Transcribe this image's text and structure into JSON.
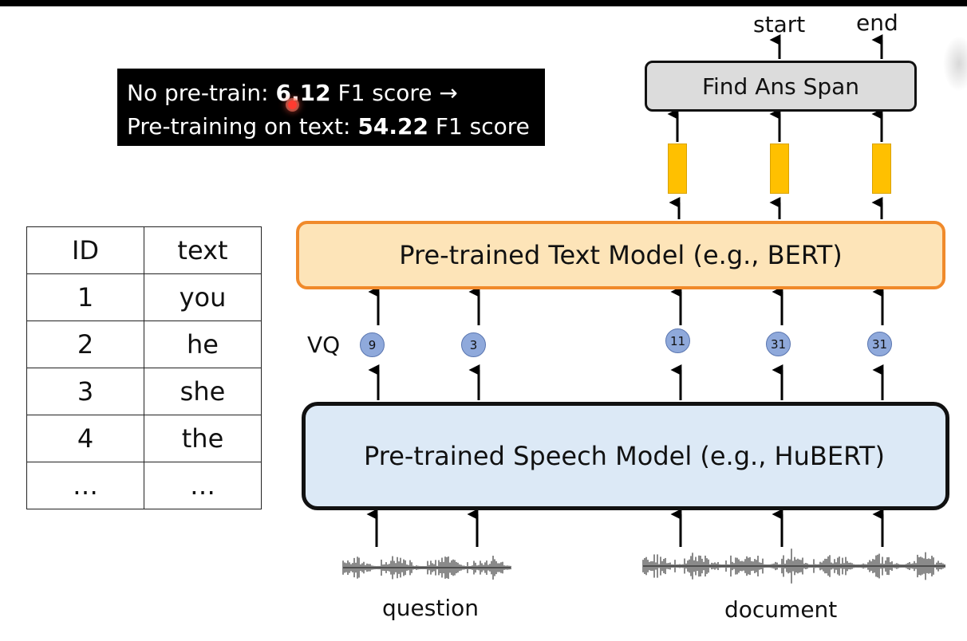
{
  "f1_box": {
    "line1_prefix": "No pre-train: ",
    "line1_value": "6.12",
    "line1_suffix": " F1 score →",
    "line2_prefix": "Pre-training on text: ",
    "line2_value": "54.22",
    "line2_suffix": " F1 score"
  },
  "outputs": {
    "start": "start",
    "end": "end"
  },
  "find_span": {
    "label": "Find Ans Span"
  },
  "text_model": {
    "label": "Pre-trained Text Model (e.g., BERT)"
  },
  "vq": {
    "label": "VQ",
    "tokens": [
      "9",
      "3",
      "11",
      "31",
      "31"
    ]
  },
  "speech_model": {
    "label": "Pre-trained Speech Model (e.g., HuBERT)"
  },
  "inputs": {
    "question": "question",
    "document": "document"
  },
  "vocab_table": {
    "headers": [
      "ID",
      "text"
    ],
    "rows": [
      [
        "1",
        "you"
      ],
      [
        "2",
        "he"
      ],
      [
        "3",
        "she"
      ],
      [
        "4",
        "the"
      ],
      [
        "…",
        "…"
      ]
    ]
  }
}
